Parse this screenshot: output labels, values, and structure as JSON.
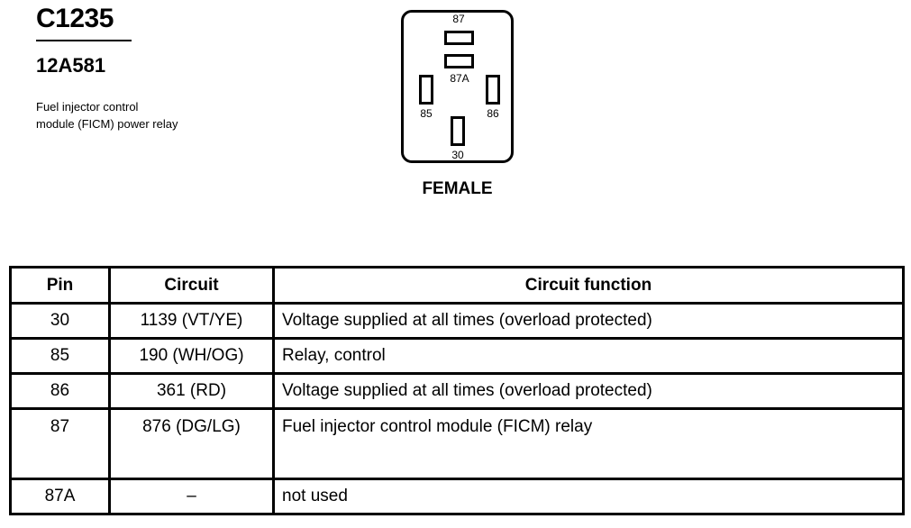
{
  "connector": {
    "id": "C1235",
    "part_number": "12A581",
    "description_lines": [
      "Fuel injector control",
      "module (FICM) power relay"
    ],
    "gender": "FEMALE",
    "pins": {
      "p87": "87",
      "p87a": "87A",
      "p85": "85",
      "p86": "86",
      "p30": "30"
    }
  },
  "table": {
    "headers": {
      "pin": "Pin",
      "circuit": "Circuit",
      "function": "Circuit function"
    },
    "rows": [
      {
        "pin": "30",
        "circuit": "1139 (VT/YE)",
        "function": "Voltage supplied at all times (overload protected)"
      },
      {
        "pin": "85",
        "circuit": "190 (WH/OG)",
        "function": "Relay, control"
      },
      {
        "pin": "86",
        "circuit": "361 (RD)",
        "function": "Voltage supplied at all times (overload protected)"
      },
      {
        "pin": "87",
        "circuit": "876 (DG/LG)",
        "function": "Fuel injector control  module (FICM) relay"
      },
      {
        "pin": "87A",
        "circuit": "–",
        "function": "not used"
      }
    ]
  }
}
